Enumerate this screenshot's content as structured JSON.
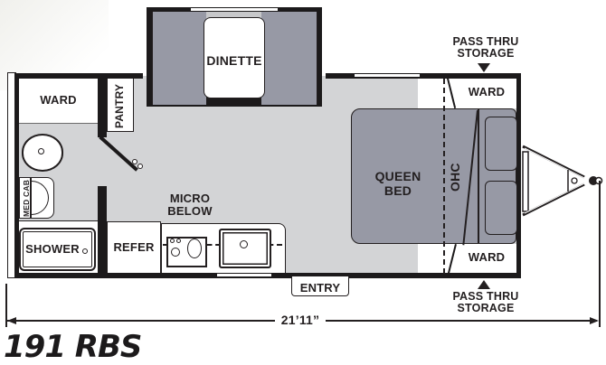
{
  "model": {
    "name": "191 RBS"
  },
  "rooms": {
    "dinette": "DINETTE",
    "ward_rear": "WARD",
    "pantry": "PANTRY",
    "med_cab": "MED CAB",
    "shower": "SHOWER",
    "refer": "REFER",
    "micro_below": [
      "MICRO",
      "BELOW"
    ],
    "queen_bed": [
      "QUEEN",
      "BED"
    ],
    "ohc": "OHC",
    "ward_front_top": "WARD",
    "ward_front_bottom": "WARD",
    "entry": "ENTRY"
  },
  "callouts": {
    "pass_thru_top": [
      "PASS THRU",
      "STORAGE"
    ],
    "pass_thru_bottom": [
      "PASS THRU",
      "STORAGE"
    ]
  },
  "dimensions": {
    "overall_length": "21’11”"
  },
  "colors": {
    "wall": "#1c1a1b",
    "floor": "#d3d4d6",
    "furniture_grey": "#9799a5",
    "text": "#231f20"
  }
}
